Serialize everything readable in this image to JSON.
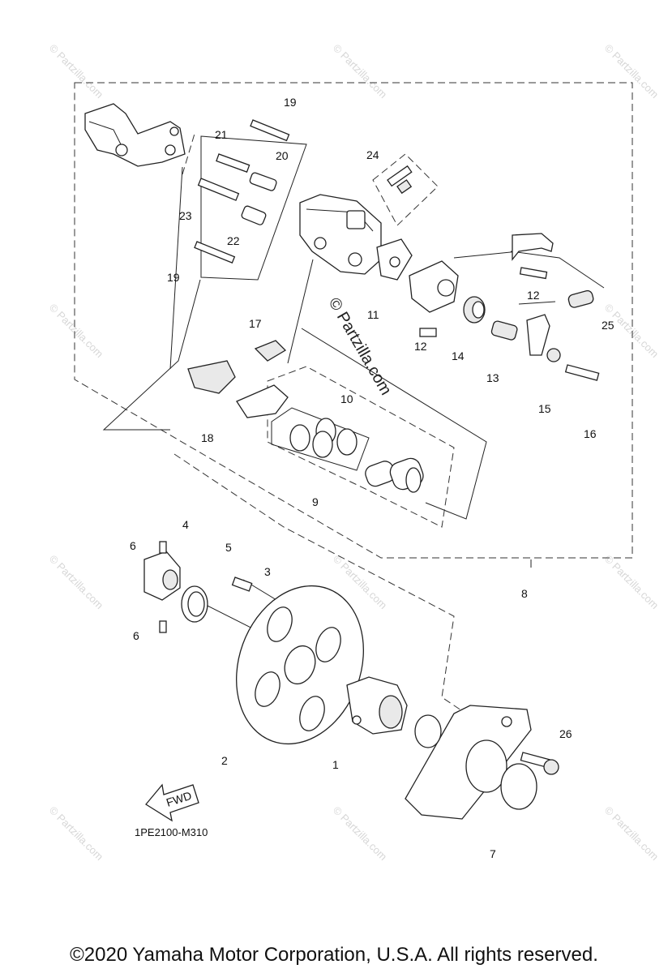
{
  "watermark": {
    "brand": "© Partzilla.com",
    "center_text": "© Partzilla.com"
  },
  "callouts": {
    "c1": "1",
    "c2": "2",
    "c3": "3",
    "c4": "4",
    "c5": "5",
    "c6a": "6",
    "c6b": "6",
    "c7": "7",
    "c8": "8",
    "c9": "9",
    "c10": "10",
    "c11": "11",
    "c12a": "12",
    "c12b": "12",
    "c13": "13",
    "c14": "14",
    "c15": "15",
    "c16": "16",
    "c17": "17",
    "c18": "18",
    "c19a": "19",
    "c19b": "19",
    "c20": "20",
    "c21": "21",
    "c22": "22",
    "c23": "23",
    "c24": "24",
    "c25": "25",
    "c26": "26"
  },
  "fwd_label": "FWD",
  "diagram_code": "1PE2100-M310",
  "copyright": "©2020 Yamaha Motor Corporation, U.S.A. All rights reserved."
}
